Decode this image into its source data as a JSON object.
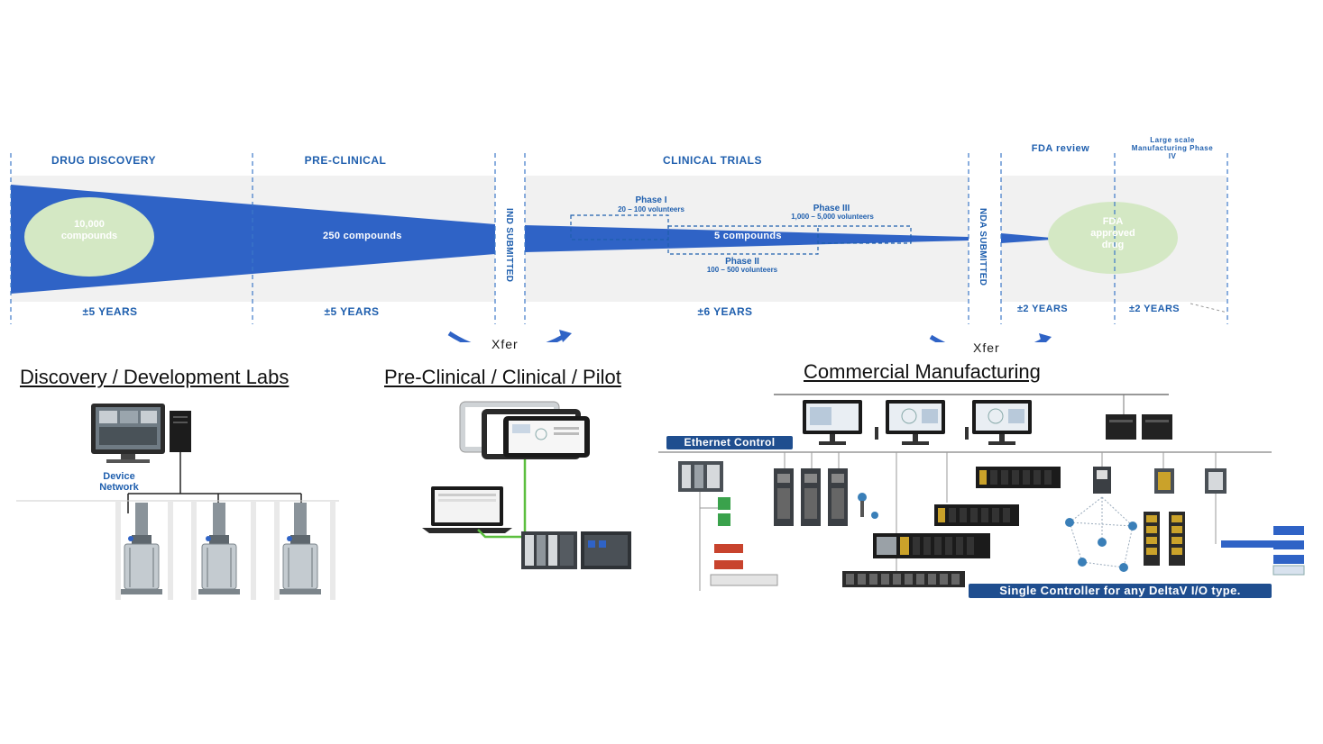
{
  "timeline": {
    "stages": {
      "drug_discovery": "DRUG DISCOVERY",
      "pre_clinical": "PRE-CLINICAL",
      "clinical_trials": "CLINICAL TRIALS",
      "fda_review": "FDA review",
      "large_scale": "Large scale Manufacturing Phase IV"
    },
    "milestones": {
      "ind": "IND SUBMITTED",
      "nda": "NDA SUBMITTED"
    },
    "funnel": {
      "start_bubble": "10,000 compounds",
      "mid_label": "250 compounds",
      "clinical_label": "5 compounds",
      "end_bubble": "FDA approved drug"
    },
    "phases": {
      "phase1": {
        "name": "Phase I",
        "volunteers": "20 – 100 volunteers"
      },
      "phase2": {
        "name": "Phase II",
        "volunteers": "100 – 500 volunteers"
      },
      "phase3": {
        "name": "Phase III",
        "volunteers": "1,000 – 5,000 volunteers"
      }
    },
    "durations": {
      "discovery": "±5 YEARS",
      "pre_clinical": "±5 YEARS",
      "clinical": "±6 YEARS",
      "fda": "±2 YEARS",
      "phase4": "±2 YEARS"
    }
  },
  "transfers": {
    "xfer1": "Xfer",
    "xfer2": "Xfer"
  },
  "sections": {
    "labs": "Discovery / Development Labs",
    "pilot": "Pre-Clinical / Clinical / Pilot",
    "commercial": "Commercial Manufacturing"
  },
  "labels": {
    "device_network": "Device Network",
    "ethernet_control": "Ethernet Control",
    "single_controller": "Single Controller for any DeltaV I/O type."
  },
  "colors": {
    "brand_blue": "#2f63c6",
    "text_blue": "#1f5fae",
    "bubble_green": "#d4e8c4",
    "band_gray": "#f1f1f1",
    "pill_navy": "#1f4e8f",
    "network_green": "#5cbf3f"
  }
}
